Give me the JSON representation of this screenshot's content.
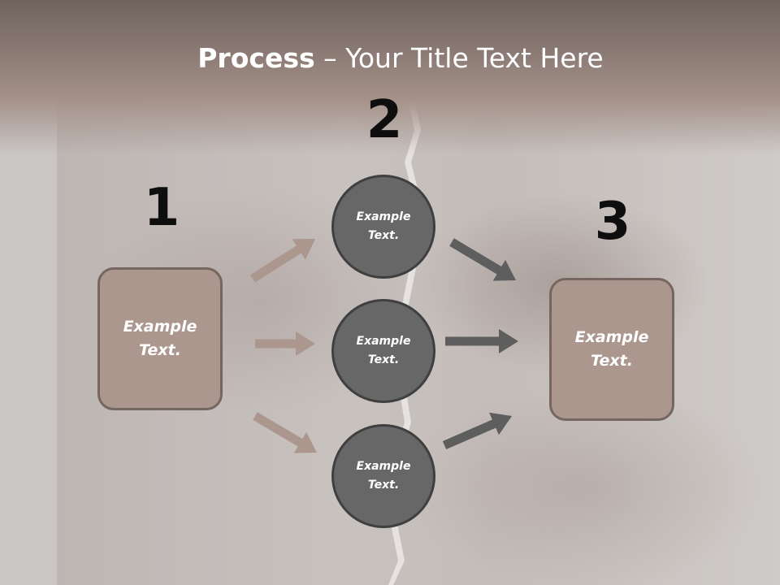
{
  "title": {
    "bold": "Process",
    "rest": " – Your Title Text Here"
  },
  "steps": {
    "one": {
      "number": "1",
      "label": "Example Text."
    },
    "two": {
      "number": "2",
      "circles": [
        {
          "label": "Example Text."
        },
        {
          "label": "Example Text."
        },
        {
          "label": "Example Text."
        }
      ]
    },
    "three": {
      "number": "3",
      "label": "Example Text."
    }
  },
  "colors": {
    "box_fill": "#ab978e",
    "box_border": "#756760",
    "circle_fill": "#676767",
    "circle_border": "#3f3f3f",
    "arrow_light": "#ab978e",
    "arrow_dark": "#5e5e5e"
  }
}
